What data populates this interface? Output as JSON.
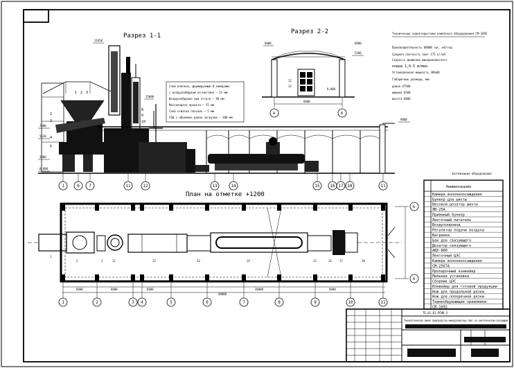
{
  "sheet": {
    "section_1_title": "Разрез 1-1",
    "section_2_title": "Разрез 2-2",
    "plan_title": "План на отметке +1200"
  },
  "characteristics": {
    "heading": "Технические характеристики комплекса оборудования СМ-1092",
    "lines": [
      "Производительность 60000 тыс. м3/год",
      "Средняя плотность плит 175 кг/м3",
      "Скорость движения минераловатного",
      "ковра 1,6-5 м/мин",
      "Установленная мощность 389кВт",
      "Габаритные размеры, мм:",
      "длина 47500",
      "ширина 6500",
      "высота 6800"
    ]
  },
  "mat_note": {
    "lines": [
      "Слой волокна, формируемый 8 камерами:",
      "с воздухообдувом на мостике — 15 мм",
      "Воздухообдувка при отсосе — 40 мм",
      "Массоподача проекта — 55 мм",
      "Слой отжатия плоских — 5 мм",
      "УЗЦ с объемное длина загрузки — 200 мм"
    ]
  },
  "levels": {
    "s1": [
      "11650",
      "15000",
      "7000",
      "5620",
      "3000",
      "0,000"
    ],
    "s2": [
      "6800",
      "5500",
      "0,000",
      "9800"
    ]
  },
  "axes": {
    "section1": [
      "1",
      "6",
      "7",
      "11",
      "12",
      "13",
      "14",
      "15",
      "16",
      "17",
      "18",
      "11"
    ],
    "section2": [
      "А",
      "Б"
    ],
    "plan_bottom": [
      "1",
      "2",
      "3",
      "4",
      "5",
      "6",
      "7",
      "8",
      "9",
      "10",
      "11"
    ],
    "plan_side": [
      "Б",
      "А"
    ],
    "section2_dim": "6000",
    "plan_dims": [
      "6000",
      "6000",
      "6000",
      "36000",
      "48000",
      "6000"
    ]
  },
  "plan_labels": [
    "1",
    "2",
    "3",
    "11",
    "12",
    "13",
    "14",
    "15",
    "16",
    "17",
    "18"
  ],
  "section_callouts": [
    "2",
    "3",
    "4",
    "5",
    "1",
    "2",
    "3",
    "8",
    "9",
    "10",
    "12",
    "13"
  ],
  "spec": {
    "heading": "Экспликация оборудования",
    "column_header": "Наименование",
    "rows": [
      "Камера волокноосаждения",
      "Бункер для шихты",
      "Весовой дозатор шихты",
      "ЛВ-25А",
      "Приемный бункер",
      "Ленточный питатель",
      "Воздухопровод",
      "Регулятор подачи воздуха",
      "Вагранка",
      "Бак для связующего",
      "Дозатор связующего",
      "АВХ-800",
      "Ленточный ЦЭС",
      "Камера волокноосаждения",
      "СМ-2567А",
      "Пропарочный конвейер",
      "Пильная установка",
      "Сборник ЦЭС",
      "Конвейер для готовой продукции",
      "Нож для продольной резки",
      "Нож для поперечной резки",
      "Термообдувающие приемники",
      "СМ-1092"
    ]
  },
  "stamp": {
    "doc_code": "ТБ.01.01.ПСИК-3",
    "project_title": "Технологическая линия производства минераловатных плит на синтетическом связующем"
  }
}
